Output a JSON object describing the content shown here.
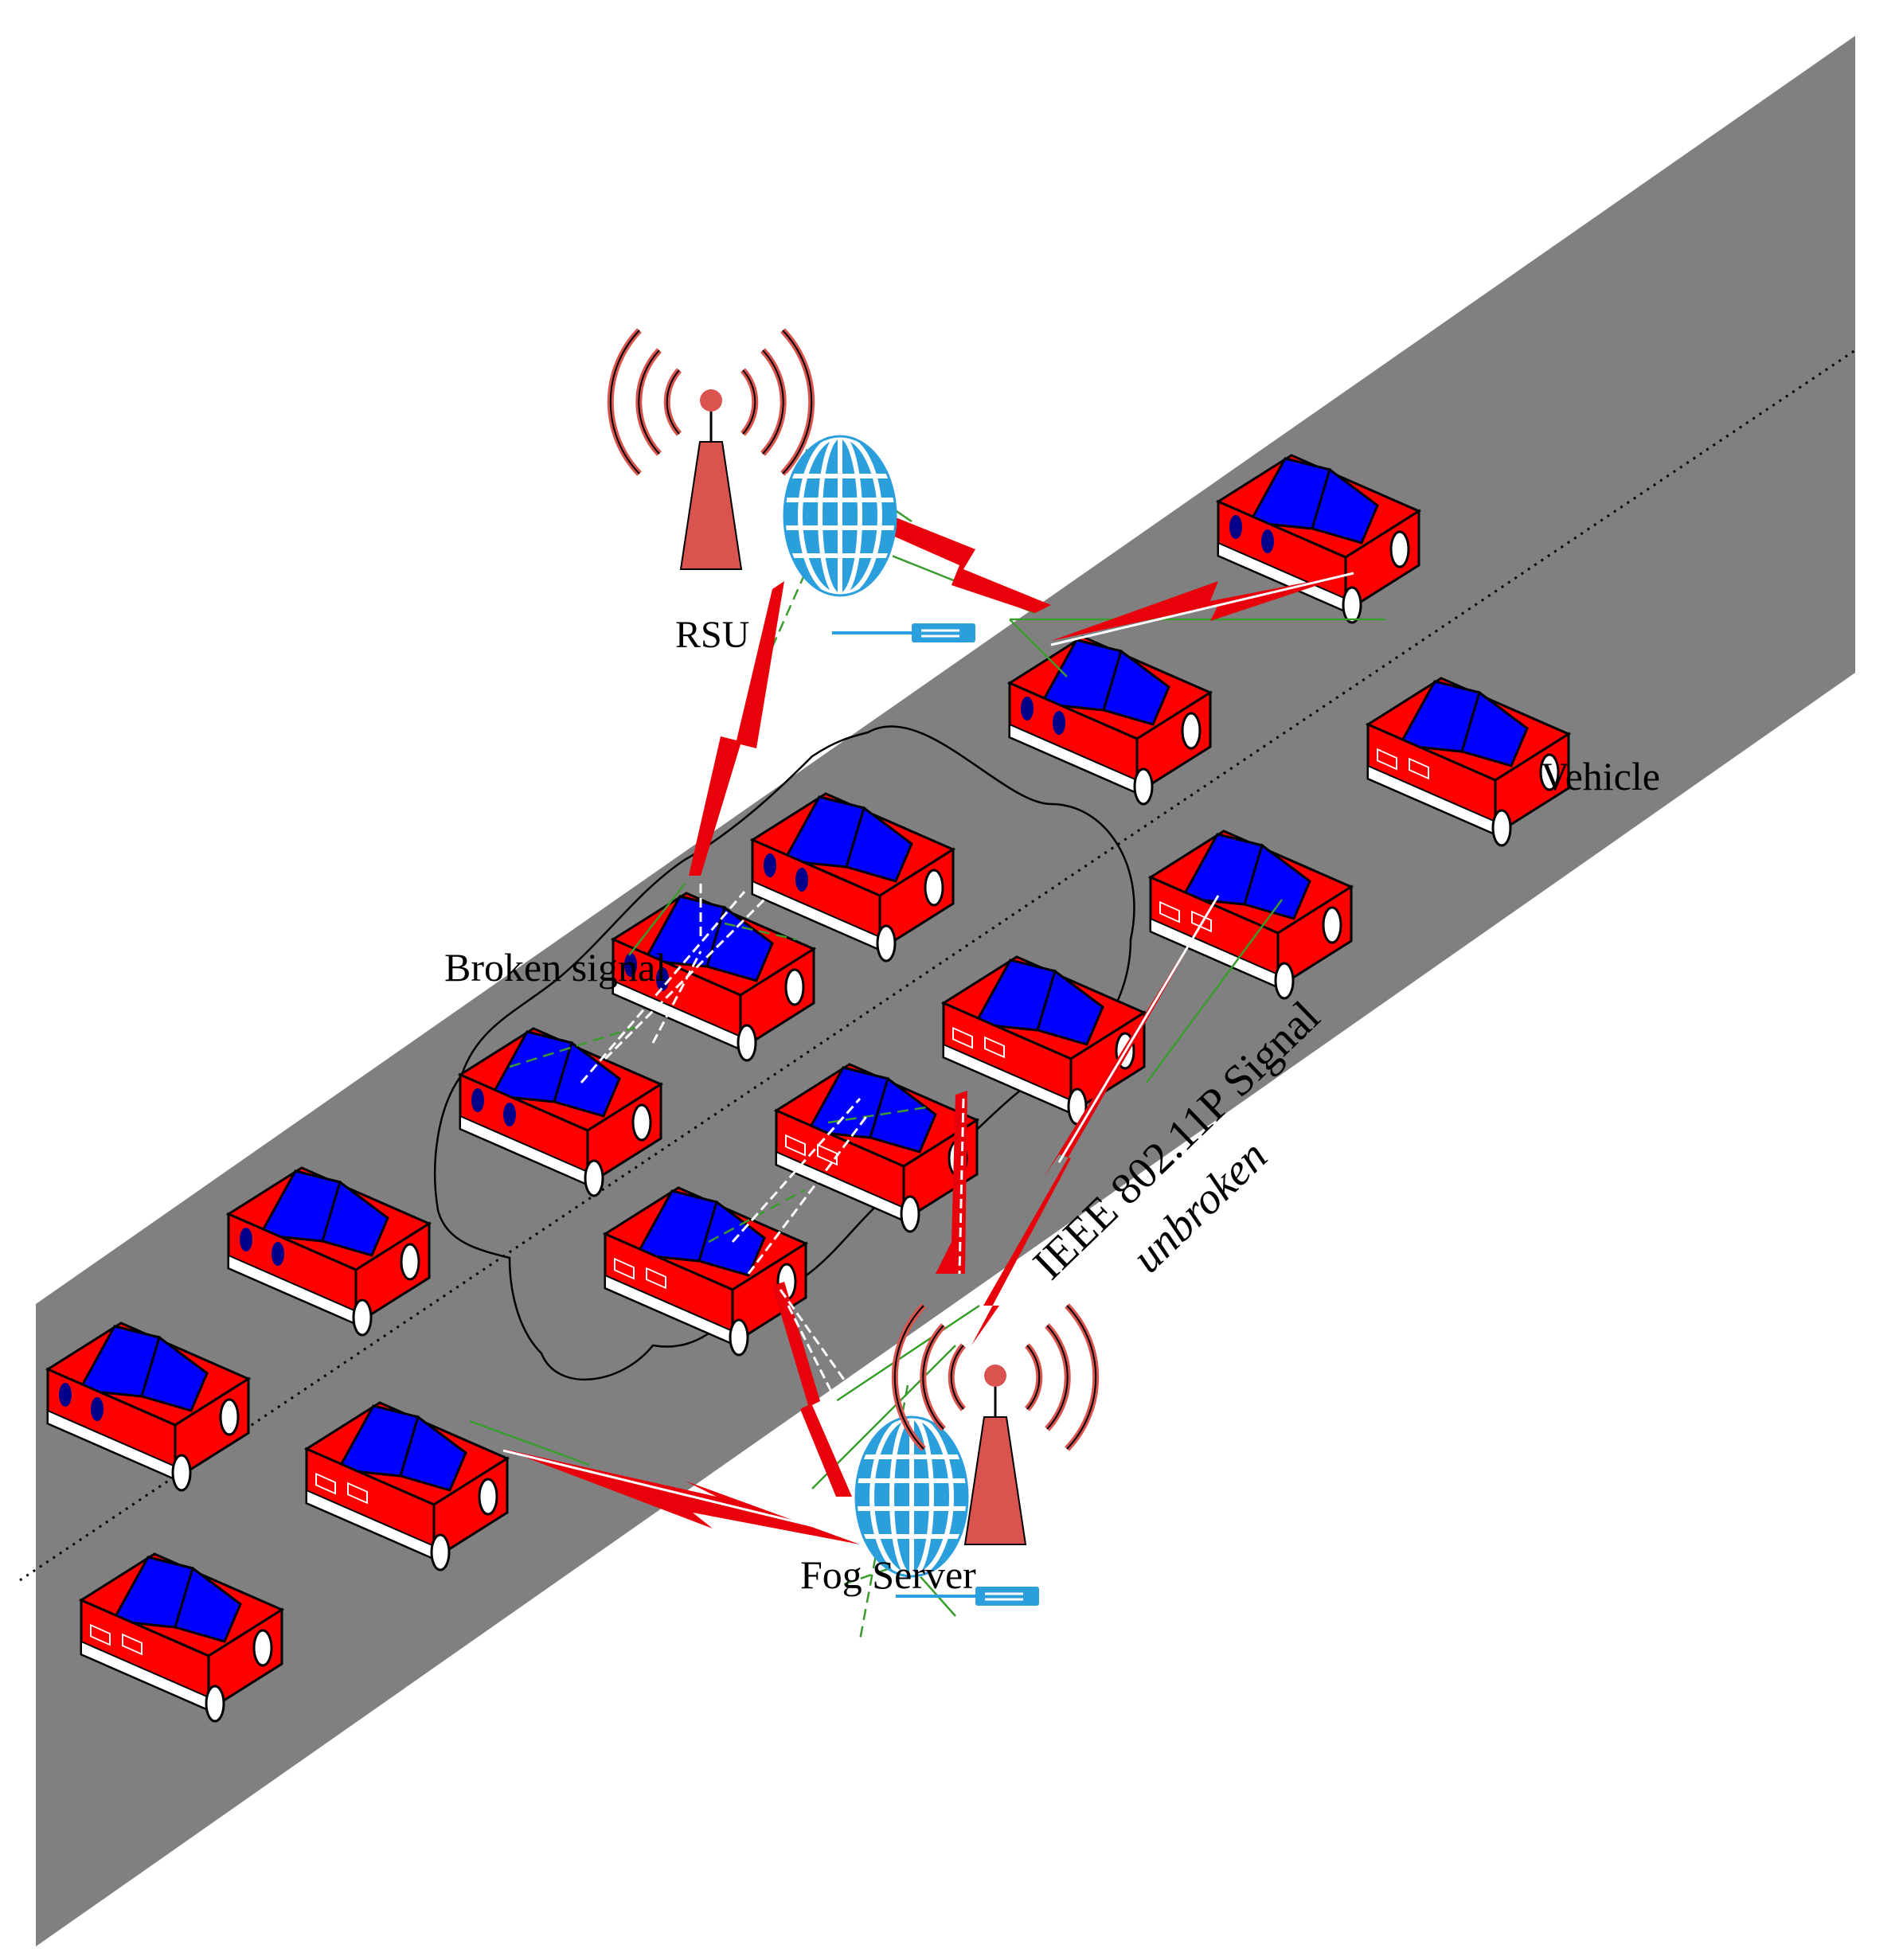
{
  "labels": {
    "rsu": "RSU",
    "vehicle": "Vehicle",
    "broken_signal": "Broken signal",
    "fog_server": "Fog Server",
    "ieee_signal_line1": "IEEE 802.11P Signal",
    "ieee_signal_line2": "unbroken"
  },
  "colors": {
    "road": "#808080",
    "car_body": "#ff0000",
    "car_window": "#0000ff",
    "headlight": "#00008b",
    "taillight": "#ff0000",
    "signal_bolt": "#e8000b",
    "tower": "#d9534f",
    "globe": "#2b9fdc",
    "link_line": "#3a9b2e"
  },
  "icons": [
    "rsu-tower-icon",
    "globe-icon",
    "server-icon",
    "car-icon",
    "lightning-bolt-icon"
  ]
}
